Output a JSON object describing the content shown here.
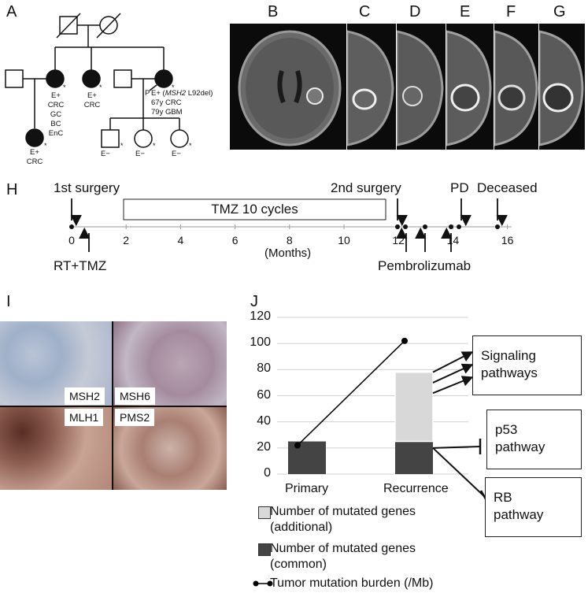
{
  "panel_labels": {
    "A": "A",
    "B": "B",
    "C": "C",
    "D": "D",
    "E": "E",
    "F": "F",
    "G": "G",
    "H": "H",
    "I": "I",
    "J": "J"
  },
  "pedigree": {
    "gen2_left_father_lbl": "",
    "aunt1": [
      "E+",
      "CRC",
      "GC",
      "BC",
      "EnC"
    ],
    "aunt2": [
      "E+",
      "CRC"
    ],
    "proband_p": "P",
    "proband_line1_pre": "E+ (",
    "proband_gene": "MSH2",
    "proband_line1_post": " L92del)",
    "proband_line2": "67y CRC",
    "proband_line3": "79y GBM",
    "cousin": [
      "E+",
      "CRC"
    ],
    "children": [
      "E−",
      "E−",
      "E−"
    ],
    "star": "*"
  },
  "timeline": {
    "first_surgery": "1st surgery",
    "second_surgery": "2nd surgery",
    "pd": "PD",
    "deceased": "Deceased",
    "tmz": "TMZ 10 cycles",
    "rt_tmz": "RT+TMZ",
    "pembro": "Pembrolizumab",
    "months_label": "(Months)",
    "ticks": [
      "0",
      "2",
      "4",
      "6",
      "8",
      "10",
      "12",
      "14",
      "16"
    ]
  },
  "stains": [
    "MSH2",
    "MSH6",
    "MLH1",
    "PMS2"
  ],
  "chart_data": {
    "type": "bar",
    "categories": [
      "Primary",
      "Recurrence"
    ],
    "series": [
      {
        "name": "Number of mutated genes (common)",
        "values": [
          25,
          25
        ],
        "color": "#444444"
      },
      {
        "name": "Number of mutated genes (additional)",
        "values": [
          0,
          53
        ],
        "color": "#d8d8d8"
      },
      {
        "name": "Tumor mutation burden (/Mb)",
        "values": [
          22,
          102
        ],
        "color": "#000000"
      }
    ],
    "yticks": [
      "0",
      "20",
      "40",
      "60",
      "80",
      "100",
      "120"
    ],
    "ylim": [
      0,
      120
    ],
    "legend": [
      {
        "line1": "Number of mutated genes",
        "line2": "(additional)"
      },
      {
        "line1": "Number of mutated genes",
        "line2": "(common)"
      },
      {
        "line1": "Tumor mutation burden (/Mb)",
        "line2": ""
      }
    ],
    "pathways": [
      {
        "line1": "Signaling",
        "line2": "pathways"
      },
      {
        "line1": "p53",
        "line2": "pathway"
      },
      {
        "line1": "RB",
        "line2": "pathway"
      }
    ]
  }
}
